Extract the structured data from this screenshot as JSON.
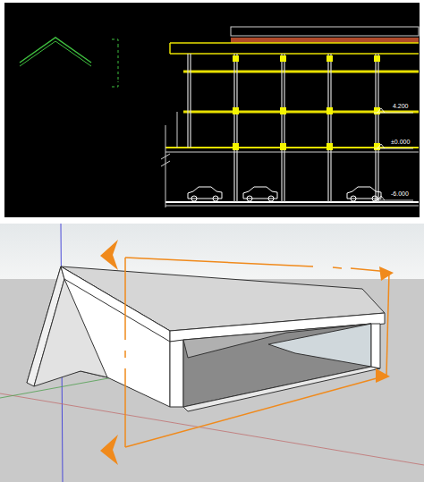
{
  "diagram": {
    "labels": [
      "4.200",
      "±0.000",
      "-6.000"
    ]
  }
}
